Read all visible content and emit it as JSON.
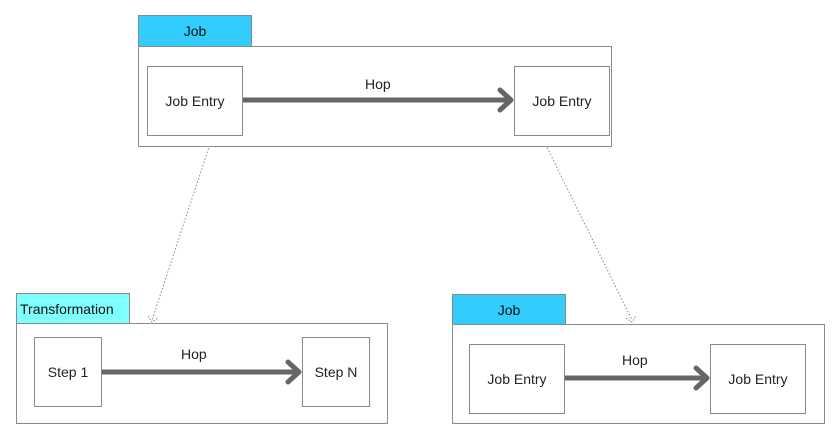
{
  "colors": {
    "job_tab": "#33ccff",
    "transformation_tab": "#80ffff",
    "hop_arrow": "#666666",
    "border": "#8a8a8a"
  },
  "top_job": {
    "tab_label": "Job",
    "left_entry": "Job Entry",
    "right_entry": "Job Entry",
    "hop_label": "Hop"
  },
  "transformation": {
    "tab_label": "Transformation",
    "left_step": "Step 1",
    "right_step": "Step N",
    "hop_label": "Hop"
  },
  "bottom_job": {
    "tab_label": "Job",
    "left_entry": "Job Entry",
    "right_entry": "Job Entry",
    "hop_label": "Hop"
  }
}
